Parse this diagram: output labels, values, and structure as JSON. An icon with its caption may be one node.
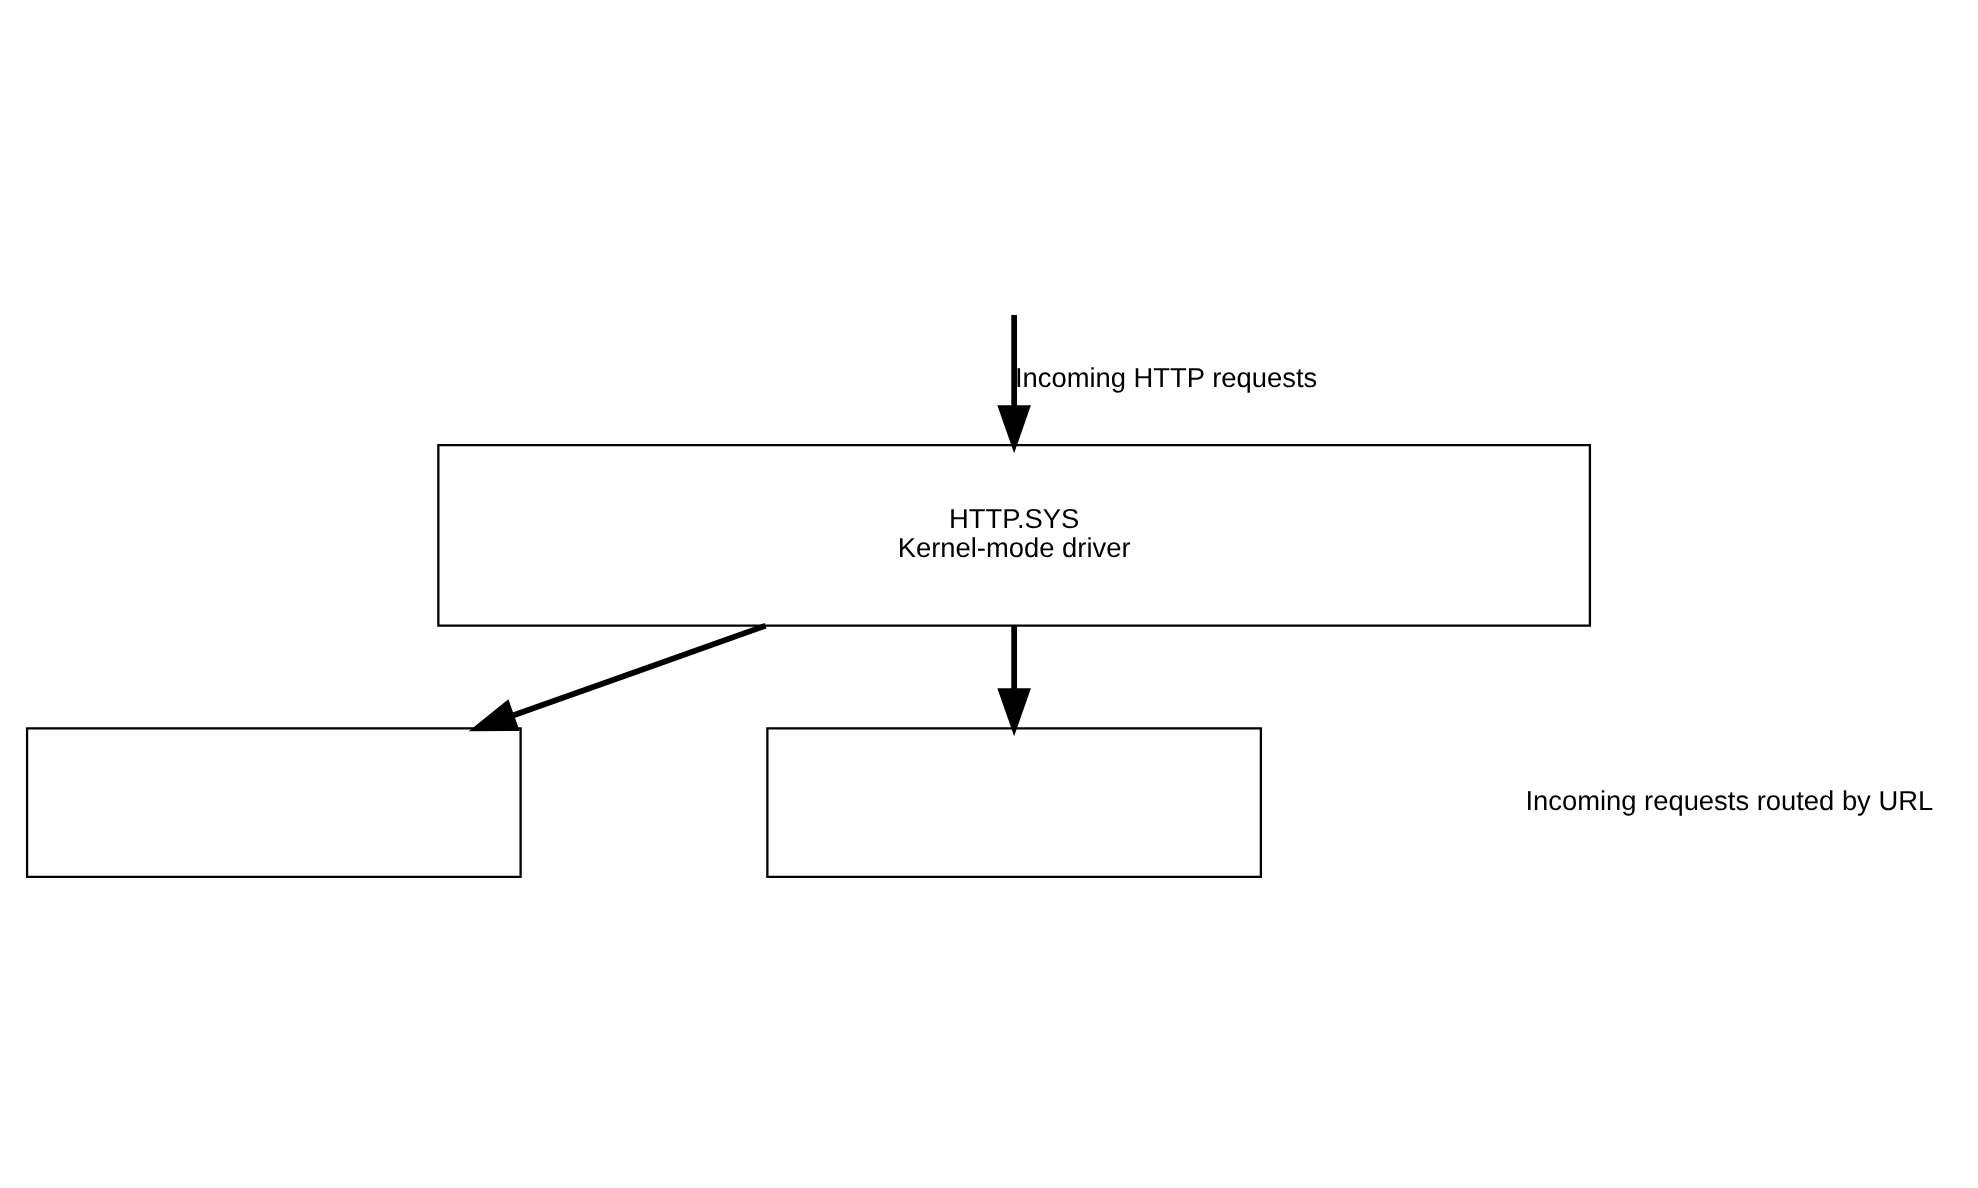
{
  "diagram": {
    "nodes": [
      {
        "text": [
          "HTTP.SYS",
          "Kernel-mode driver"
        ]
      },
      {
        "text": [],
        "shape": "box"
      },
      {
        "text": [],
        "shape": "box"
      }
    ],
    "edges": [
      {
        "from": null,
        "to": 0,
        "arrow": "to",
        "label": "Incoming HTTP requests"
      },
      {
        "from": 0,
        "to": 1,
        "arrow": "to"
      },
      {
        "from": 0,
        "to": 2,
        "arrow": "to"
      }
    ],
    "labels": [
      "Incoming requests routed by URL"
    ]
  }
}
